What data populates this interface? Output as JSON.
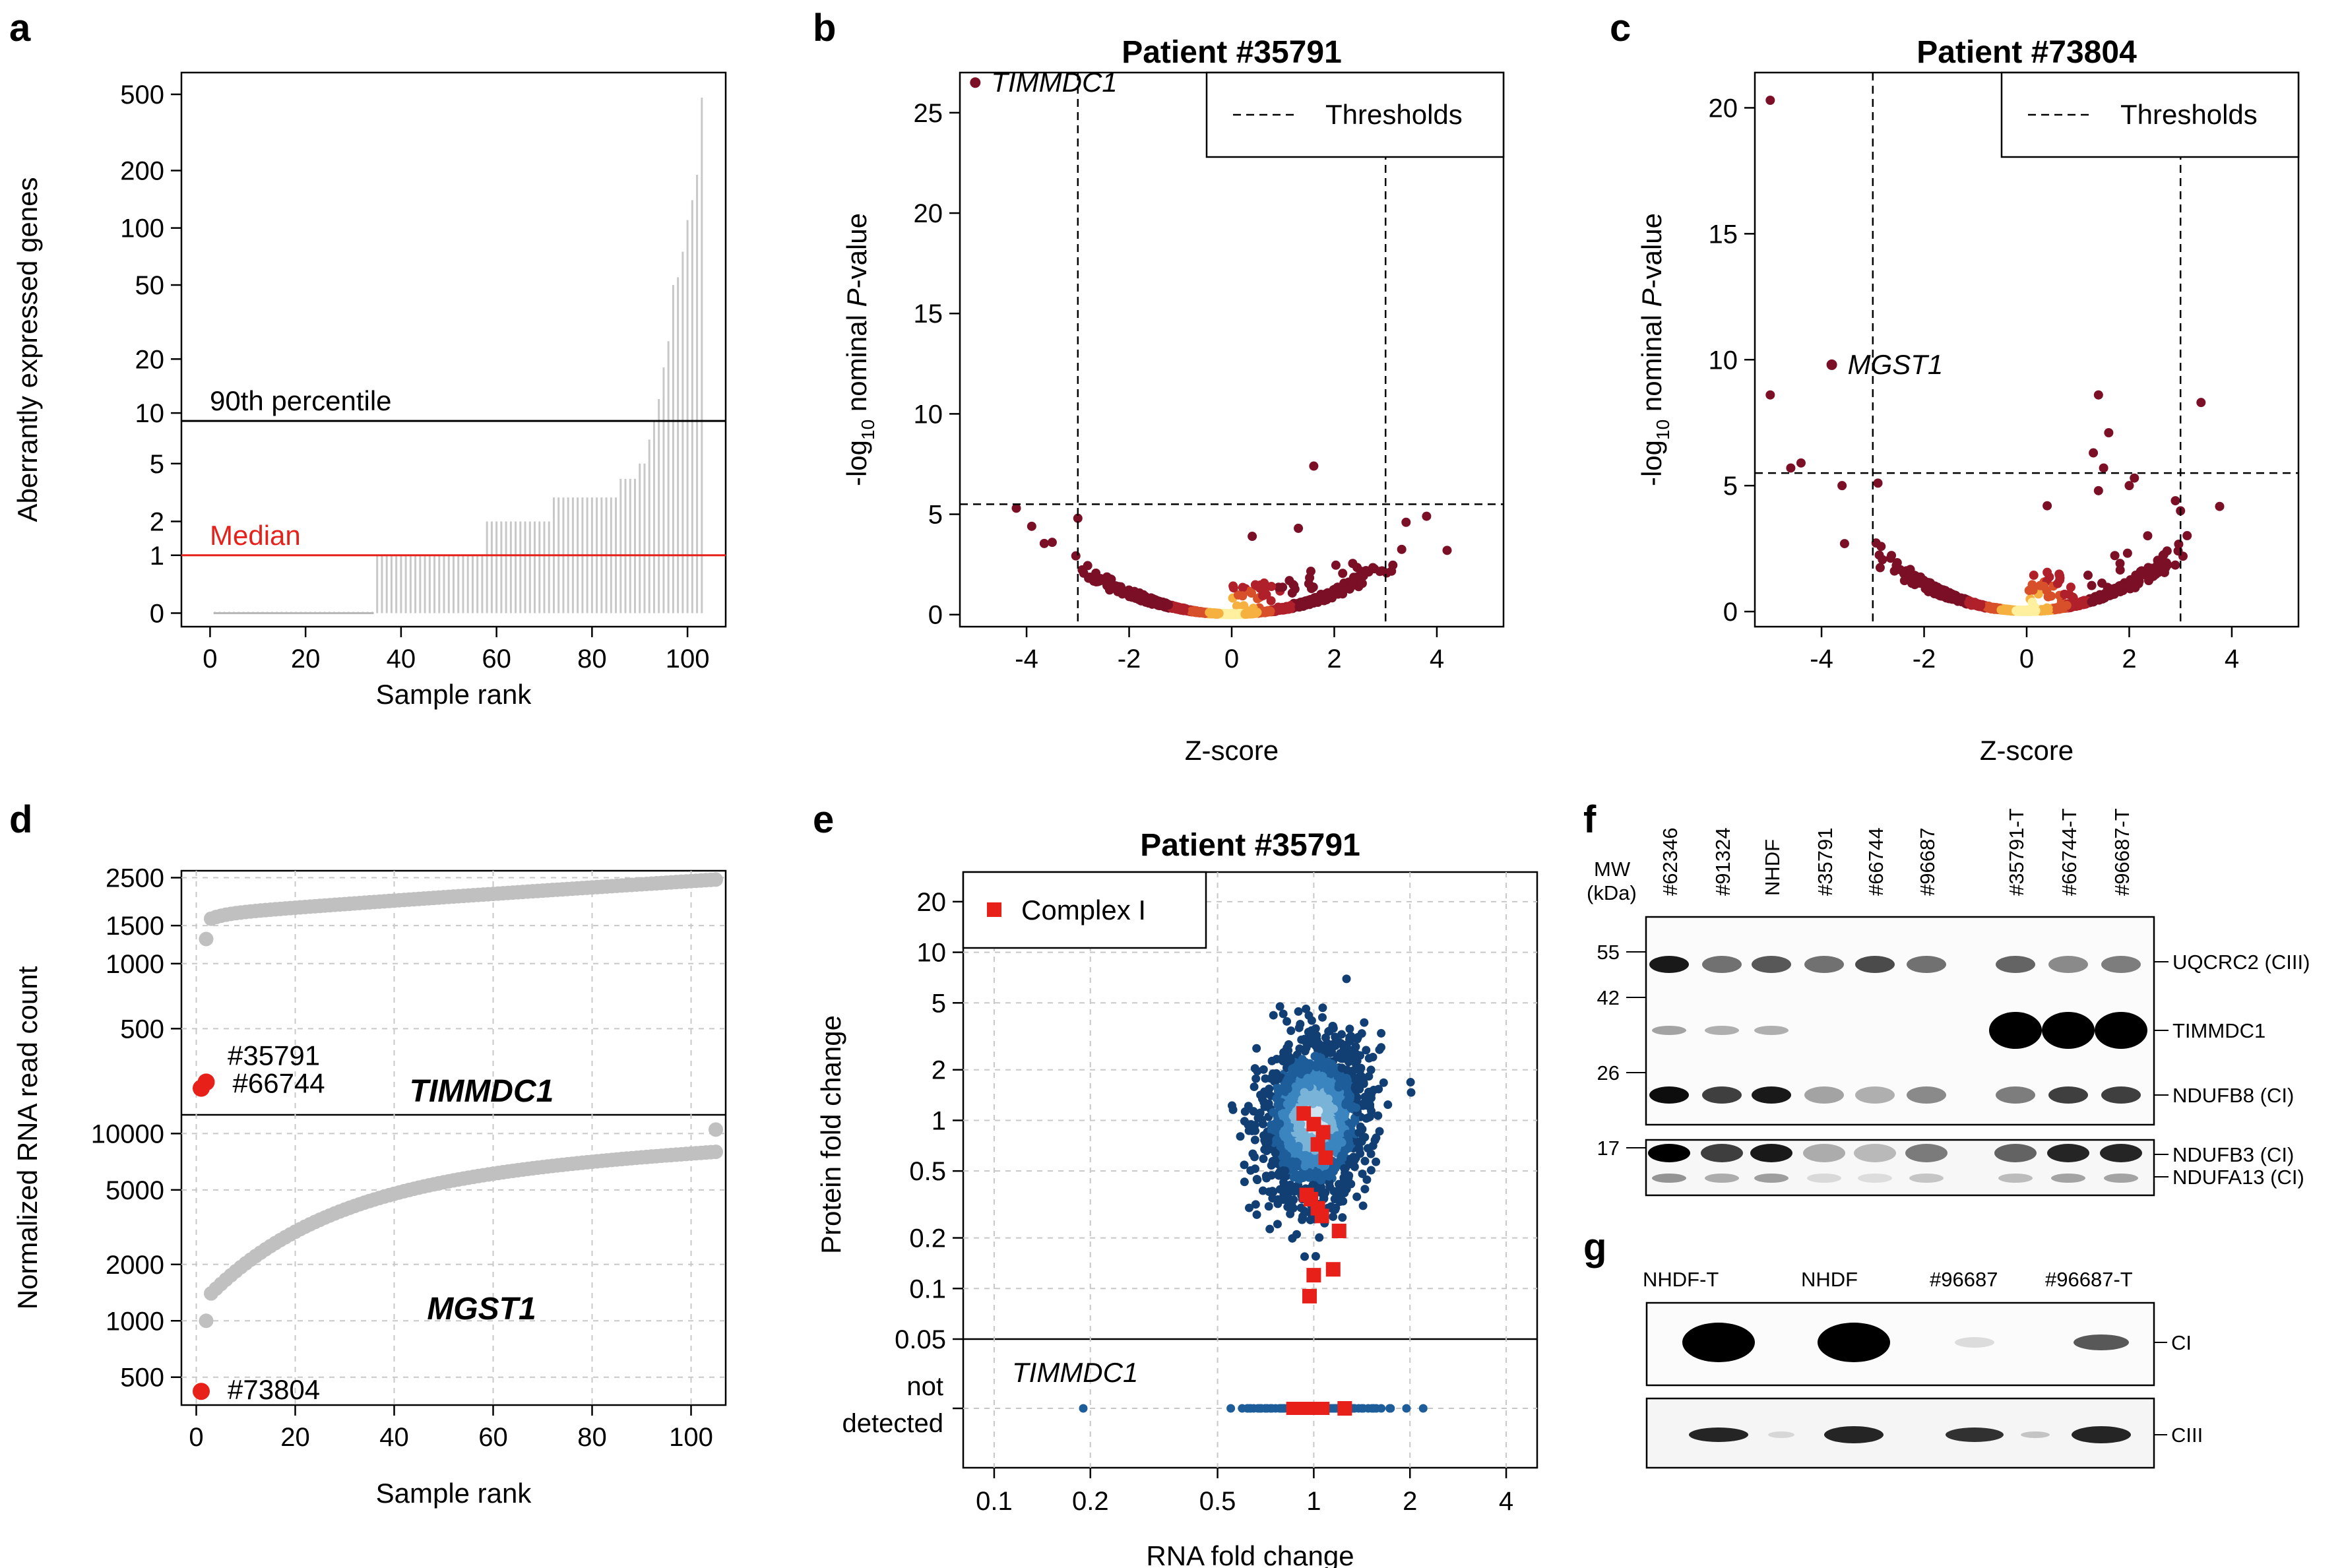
{
  "panels": {
    "a": {
      "letter": "a"
    },
    "b": {
      "letter": "b"
    },
    "c": {
      "letter": "c"
    },
    "d": {
      "letter": "d"
    },
    "e": {
      "letter": "e"
    },
    "f": {
      "letter": "f"
    },
    "g": {
      "letter": "g"
    }
  },
  "chart_data": [
    {
      "id": "a",
      "type": "bar",
      "xlabel": "Sample rank",
      "ylabel": "Aberrantly expressed genes",
      "xlim": [
        -6,
        108
      ],
      "x_ticks": [
        "0",
        "20",
        "40",
        "60",
        "80",
        "100"
      ],
      "y_scale": "log(1+y)",
      "y_ticks": [
        "0",
        "1",
        "2",
        "5",
        "10",
        "20",
        "50",
        "100",
        "200",
        "500"
      ],
      "bar_color": "#c8c8c8",
      "counts_by_rank": [
        {
          "value": 0,
          "count": 34
        },
        {
          "value": 1,
          "count": 23
        },
        {
          "value": 2,
          "count": 14
        },
        {
          "value": 3,
          "count": 14
        },
        {
          "value": 4,
          "count": 4
        },
        {
          "value": 5,
          "count": 2
        },
        {
          "value": 7,
          "count": 1
        },
        {
          "value": 9,
          "count": 1
        },
        {
          "value": 12,
          "count": 1
        },
        {
          "value": 18,
          "count": 1
        },
        {
          "value": 25,
          "count": 1
        },
        {
          "value": 50,
          "count": 1
        },
        {
          "value": 55,
          "count": 1
        },
        {
          "value": 75,
          "count": 1
        },
        {
          "value": 110,
          "count": 1
        },
        {
          "value": 140,
          "count": 1
        },
        {
          "value": 190,
          "count": 1
        },
        {
          "value": 480,
          "count": 1
        }
      ],
      "lines": [
        {
          "label": "90th percentile",
          "value": 9,
          "color": "#000000"
        },
        {
          "label": "Median",
          "value": 1,
          "color": "#e8201a"
        }
      ]
    },
    {
      "id": "b",
      "type": "scatter",
      "title": "Patient #35791",
      "xlabel": "Z-score",
      "ylabel_parts": [
        "-log",
        "10",
        " nominal ",
        "P",
        "-value"
      ],
      "xlim": [
        -5.3,
        5.3
      ],
      "ylim": [
        -0.6,
        27
      ],
      "x_ticks": [
        "-4",
        "-2",
        "0",
        "2",
        "4"
      ],
      "y_ticks": [
        "0",
        "5",
        "10",
        "15",
        "20",
        "25"
      ],
      "legend": "Thresholds",
      "thresholds": {
        "z": [
          -3,
          3
        ],
        "p": 5.5
      },
      "highlight": {
        "label": "TIMMDC1",
        "x": -5.0,
        "y": 26.5
      },
      "cloud_spread": 0.22,
      "extra_points": [
        [
          1.6,
          7.4
        ],
        [
          -4.2,
          5.3
        ],
        [
          3.8,
          4.9
        ],
        [
          3.4,
          4.6
        ],
        [
          -3.0,
          4.8
        ],
        [
          -3.9,
          4.4
        ],
        [
          1.3,
          4.3
        ],
        [
          0.4,
          3.9
        ],
        [
          -3.5,
          3.6
        ],
        [
          4.2,
          3.2
        ]
      ]
    },
    {
      "id": "c",
      "type": "scatter",
      "title": "Patient #73804",
      "xlabel": "Z-score",
      "ylabel_parts": [
        "-log",
        "10",
        " nominal ",
        "P",
        "-value"
      ],
      "xlim": [
        -5.3,
        5.3
      ],
      "ylim": [
        -0.6,
        21.4
      ],
      "x_ticks": [
        "-4",
        "-2",
        "0",
        "2",
        "4"
      ],
      "y_ticks": [
        "0",
        "5",
        "10",
        "15",
        "20"
      ],
      "legend": "Thresholds",
      "thresholds": {
        "z": [
          -3,
          3
        ],
        "p": 5.5
      },
      "highlight": {
        "label": "MGST1",
        "x": -3.8,
        "y": 9.8
      },
      "cloud_spread": 0.2,
      "extra_points": [
        [
          -5.0,
          20.3
        ],
        [
          -5.0,
          8.6
        ],
        [
          1.4,
          8.6
        ],
        [
          3.4,
          8.3
        ],
        [
          1.3,
          6.3
        ],
        [
          1.5,
          5.7
        ],
        [
          1.6,
          7.1
        ],
        [
          -4.4,
          5.9
        ],
        [
          -4.6,
          5.7
        ],
        [
          -3.6,
          5.0
        ],
        [
          -2.9,
          5.1
        ],
        [
          2.0,
          5.0
        ],
        [
          2.1,
          5.3
        ],
        [
          2.9,
          4.4
        ],
        [
          3.0,
          4.0
        ],
        [
          0.4,
          4.2
        ],
        [
          1.4,
          4.8
        ]
      ]
    },
    {
      "id": "d",
      "type": "scatter",
      "xlabel": "Sample rank",
      "ylabel": "Normalized RNA read count",
      "xlim": [
        -3,
        107
      ],
      "x_ticks": [
        "0",
        "20",
        "40",
        "60",
        "80",
        "100"
      ],
      "point_color": "#c0c0c0",
      "highlight_color": "#e8201a",
      "subpanels": [
        {
          "gene": "TIMMDC1",
          "ylim_log": [
            2.3,
            3.43
          ],
          "y_ticks": [
            "500",
            "1000",
            "1500",
            "2500"
          ],
          "y_tick_values": [
            500,
            1000,
            1500,
            2500
          ],
          "first_value": 1300,
          "range": [
            1600,
            2450
          ],
          "highlight_points": [
            {
              "label": "#35791",
              "x": 1,
              "y": 265
            },
            {
              "label": "#66744",
              "x": 2,
              "y": 275
            }
          ]
        },
        {
          "gene": "MGST1",
          "ylim_log": [
            2.55,
            4.1
          ],
          "y_ticks": [
            "500",
            "1000",
            "2000",
            "5000",
            "10000"
          ],
          "y_tick_values": [
            500,
            1000,
            2000,
            5000,
            10000
          ],
          "first_value": 1000,
          "range": [
            1400,
            8200
          ],
          "highlight_points": [
            {
              "label": "#73804",
              "x": 1,
              "y": 420
            }
          ]
        }
      ]
    },
    {
      "id": "e",
      "type": "scatter",
      "title": "Patient #35791",
      "xlabel": "RNA fold change",
      "ylabel": "Protein fold change",
      "x_scale": "log",
      "y_scale": "log",
      "xlim": [
        0.08,
        5
      ],
      "ylim": [
        0.05,
        30
      ],
      "x_ticks": [
        "0.1",
        "0.2",
        "0.5",
        "1",
        "2",
        "4"
      ],
      "y_ticks": [
        "0.05",
        "0.1",
        "0.2",
        "0.5",
        "1",
        "2",
        "5",
        "10",
        "20"
      ],
      "not_detected_label": [
        "not",
        "detected"
      ],
      "gene_label": "TIMMDC1",
      "legend": "Complex I",
      "complex_I_points": [
        [
          0.93,
          1.1
        ],
        [
          1.0,
          0.95
        ],
        [
          1.07,
          0.85
        ],
        [
          1.03,
          0.72
        ],
        [
          1.09,
          0.6
        ],
        [
          0.95,
          0.36
        ],
        [
          0.98,
          0.34
        ],
        [
          1.03,
          0.3
        ],
        [
          1.06,
          0.27
        ],
        [
          1.2,
          0.22
        ],
        [
          1.15,
          0.13
        ],
        [
          1.0,
          0.12
        ],
        [
          0.97,
          0.09
        ]
      ],
      "not_detected_points": [
        0.19,
        0.55,
        1.95,
        2.2,
        0.62
      ],
      "not_detected_red": [
        [
          0.82,
          1.12
        ],
        [
          1.25
        ]
      ]
    }
  ],
  "blots": {
    "f": {
      "mw_header": [
        "MW",
        "(kDa)"
      ],
      "lanes": [
        "#62346",
        "#91324",
        "NHDF",
        "#35791",
        "#66744",
        "#96687",
        "#35791-T",
        "#66744-T",
        "#96687-T"
      ],
      "mw_marks": [
        "55",
        "42",
        "26",
        "17"
      ],
      "bands": [
        "UQCRC2 (CIII)",
        "TIMMDC1",
        "NDUFB8 (CI)",
        "NDUFB3 (CI)",
        "NDUFA13 (CI)"
      ]
    },
    "g": {
      "lanes": [
        "NHDF-T",
        "NHDF",
        "#96687",
        "#96687-T"
      ],
      "bands": [
        "CI",
        "CIII"
      ]
    }
  }
}
